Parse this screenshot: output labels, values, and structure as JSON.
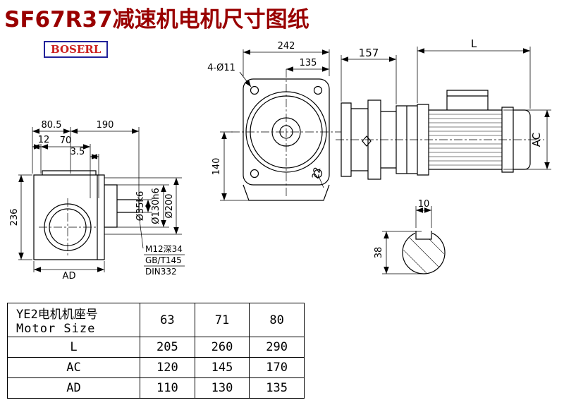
{
  "page": {
    "title": "SF67R37减速机电机尺寸图纸",
    "brand": "BOSERL"
  },
  "left_view": {
    "dim_80_5": "80.5",
    "dim_190": "190",
    "dim_12": "12",
    "dim_70": "70",
    "dim_3_5": "3.5",
    "dim_236": "236",
    "dim_ad": "AD",
    "dia_35": "Ø35k6",
    "dia_130": "Ø130h6",
    "dia_200": "Ø200",
    "note_thread": "M12深34",
    "note_gb": "GB/T145",
    "note_din": "DIN332"
  },
  "front_view": {
    "dim_242": "242",
    "dim_135": "135",
    "dim_holes": "4-Ø11",
    "dim_140": "140",
    "dim_22": "22"
  },
  "motor_view": {
    "dim_157": "157",
    "dim_l": "L",
    "dim_ac": "AC"
  },
  "shaft_view": {
    "dim_10": "10",
    "dim_38": "38"
  },
  "table": {
    "header": {
      "cn": "YE2电机机座号",
      "en": "Motor Size"
    },
    "sizes": [
      "63",
      "71",
      "80"
    ],
    "rows": [
      {
        "label": "L",
        "values": [
          "205",
          "260",
          "290"
        ]
      },
      {
        "label": "AC",
        "values": [
          "120",
          "145",
          "170"
        ]
      },
      {
        "label": "AD",
        "values": [
          "110",
          "130",
          "135"
        ]
      }
    ]
  }
}
